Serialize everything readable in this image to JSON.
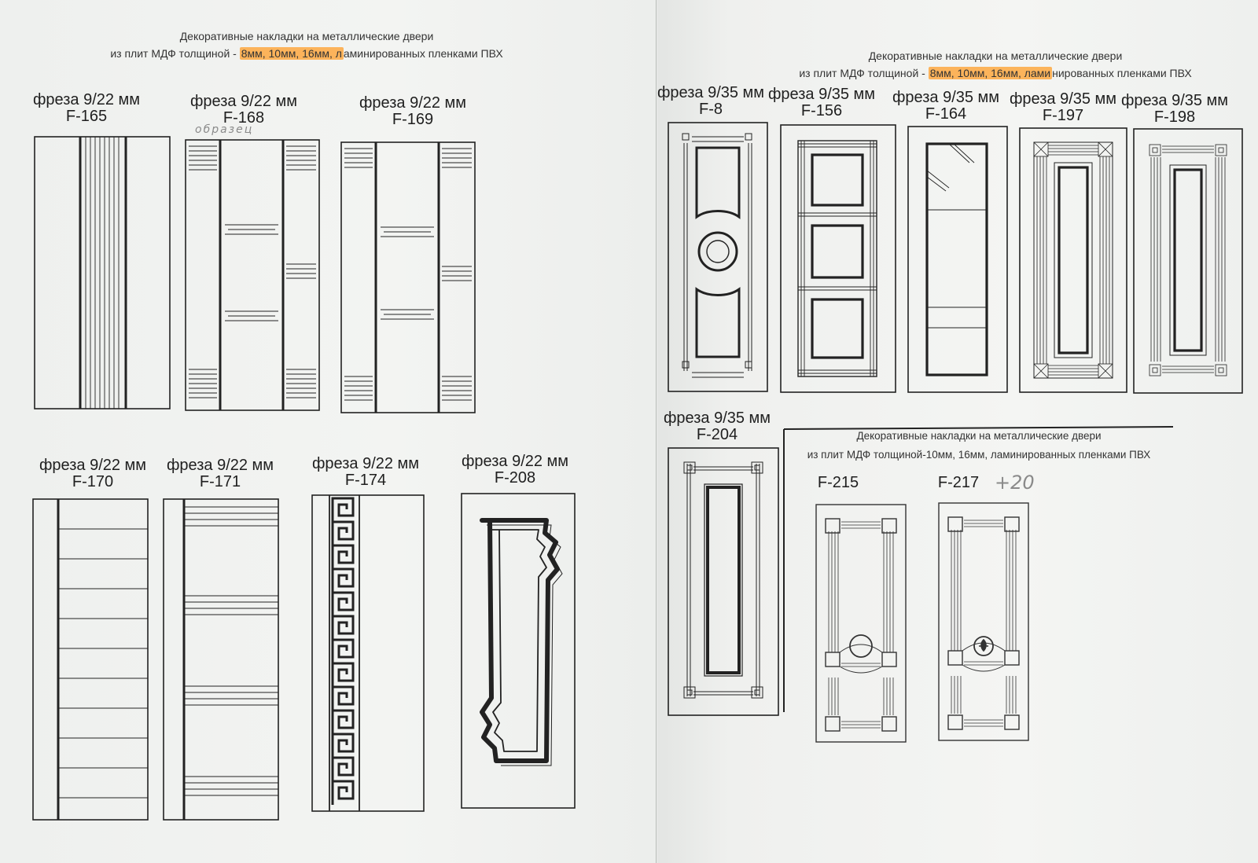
{
  "left_page": {
    "header": {
      "line1": "Декоративные накладки на металлические двери",
      "line2_prefix": "из плит МДФ толщиной - ",
      "line2_highlight": "8мм, 10мм, 16мм, л",
      "line2_suffix": "аминированных пленками ПВХ"
    },
    "items": [
      {
        "id": "f165",
        "cutter": "фреза 9/22 мм",
        "code": "F-165"
      },
      {
        "id": "f168",
        "cutter": "фреза 9/22 мм",
        "code": "F-168",
        "note": "образец"
      },
      {
        "id": "f169",
        "cutter": "фреза 9/22 мм",
        "code": "F-169"
      },
      {
        "id": "f170",
        "cutter": "фреза 9/22 мм",
        "code": "F-170"
      },
      {
        "id": "f171",
        "cutter": "фреза 9/22 мм",
        "code": "F-171"
      },
      {
        "id": "f174",
        "cutter": "фреза 9/22 мм",
        "code": "F-174"
      },
      {
        "id": "f208",
        "cutter": "фреза 9/22 мм",
        "code": "F-208"
      }
    ]
  },
  "right_page": {
    "header": {
      "line1": "Декоративные накладки на металлические двери",
      "line2_prefix": "из плит МДФ толщиной - ",
      "line2_highlight": "8мм, 10мм, 16мм, лами",
      "line2_suffix": "нированных пленками ПВХ"
    },
    "items": [
      {
        "id": "f8",
        "cutter": "фреза 9/35 мм",
        "code": "F-8"
      },
      {
        "id": "f156",
        "cutter": "фреза 9/35 мм",
        "code": "F-156"
      },
      {
        "id": "f164",
        "cutter": "фреза 9/35 мм",
        "code": "F-164"
      },
      {
        "id": "f197",
        "cutter": "фреза 9/35 мм",
        "code": "F-197"
      },
      {
        "id": "f198",
        "cutter": "фреза 9/35 мм",
        "code": "F-198"
      },
      {
        "id": "f204",
        "cutter": "фреза 9/35 мм",
        "code": "F-204"
      }
    ],
    "sub_section": {
      "line1": "Декоративные накладки на металлические двери",
      "line2": "из плит МДФ толщиной-10мм, 16мм, ламинированных пленками ПВХ",
      "items": [
        {
          "id": "f215",
          "code": "F-215"
        },
        {
          "id": "f217",
          "code": "F-217",
          "note": "+20"
        }
      ]
    }
  }
}
